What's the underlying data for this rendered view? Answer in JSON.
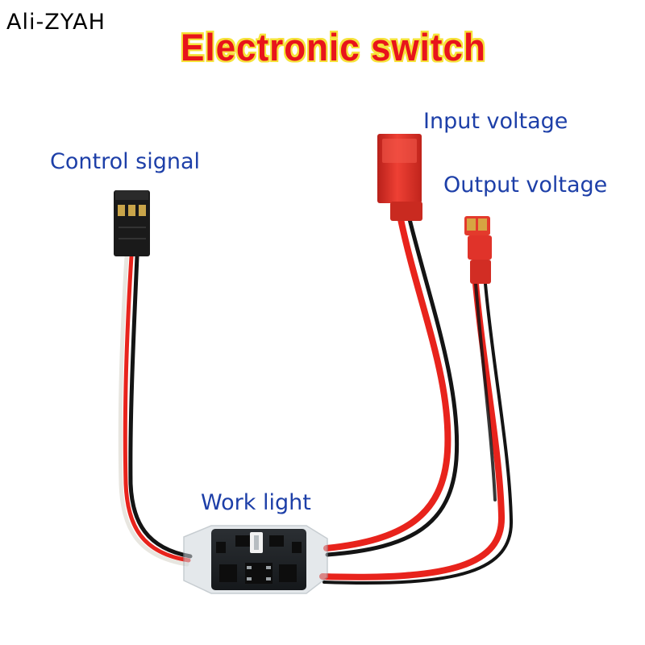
{
  "brand": "Ali-ZYAH",
  "title": "Electronic switch",
  "labels": {
    "input_voltage": "Input voltage",
    "control_signal": "Control signal",
    "output_voltage": "Output voltage",
    "work_light": "Work light"
  },
  "colors": {
    "title_red": "#e8141b",
    "title_outline_yellow": "#f6e23a",
    "label_blue": "#1d3fa8",
    "wire_red": "#e8231c",
    "wire_black": "#141414",
    "connector_red": "#e0332a",
    "servo_plug_black": "#1a1a1a"
  }
}
